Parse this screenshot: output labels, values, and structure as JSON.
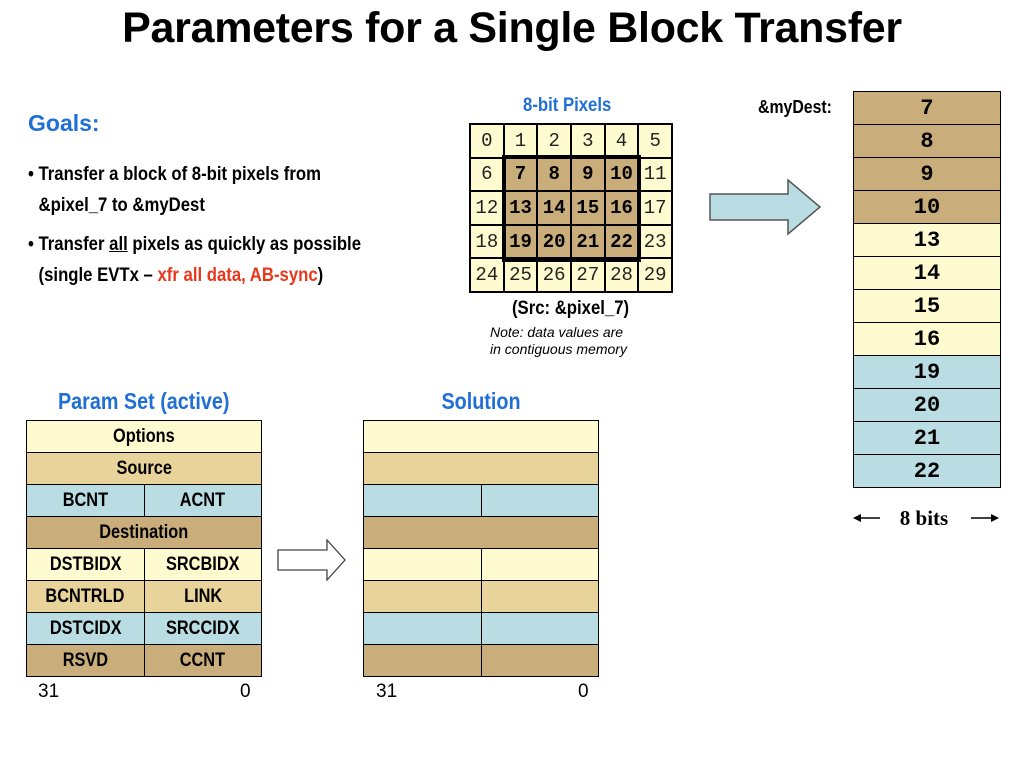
{
  "title": "Parameters for a Single Block Transfer",
  "goals": {
    "heading": "Goals:",
    "bullet1_line1": "• Transfer a block of 8-bit pixels from",
    "bullet1_line2": "&pixel_7 to &myDest",
    "bullet2_line1_pre": "• Transfer ",
    "bullet2_line1_under": "all",
    "bullet2_line1_post": " pixels as quickly as possible",
    "bullet2_line2_pre": "(single EVTx – ",
    "bullet2_line2_red": "xfr all data, AB-sync",
    "bullet2_line2_post": ")"
  },
  "pixels": {
    "title": "8-bit Pixels",
    "cells": [
      "0",
      "1",
      "2",
      "3",
      "4",
      "5",
      "6",
      "7",
      "8",
      "9",
      "10",
      "11",
      "12",
      "13",
      "14",
      "15",
      "16",
      "17",
      "18",
      "19",
      "20",
      "21",
      "22",
      "23",
      "24",
      "25",
      "26",
      "27",
      "28",
      "29"
    ],
    "src_label": "(Src:  &pixel_7)",
    "note_line1": "Note: data values are",
    "note_line2": "in contiguous memory"
  },
  "dest": {
    "label": "&myDest:",
    "values": [
      "7",
      "8",
      "9",
      "10",
      "13",
      "14",
      "15",
      "16",
      "19",
      "20",
      "21",
      "22"
    ],
    "width_label": "8 bits"
  },
  "param_set": {
    "title": "Param Set (active)",
    "options": "Options",
    "source": "Source",
    "bcnt": "BCNT",
    "acnt": "ACNT",
    "destination": "Destination",
    "dstbidx": "DSTBIDX",
    "srcbidx": "SRCBIDX",
    "bcntrld": "BCNTRLD",
    "link": "LINK",
    "dstcidx": "DSTCIDX",
    "srccidx": "SRCCIDX",
    "rsvd": "RSVD",
    "ccnt": "CCNT",
    "bit_high": "31",
    "bit_low": "0"
  },
  "solution": {
    "title": "Solution",
    "bit_high": "31",
    "bit_low": "0"
  },
  "colors": {
    "accent_blue": "#1f6fd6",
    "accent_red": "#e8381c",
    "tan": "#c9ad7b",
    "cream": "#fffbd0",
    "light_blue": "#b9dde3"
  }
}
